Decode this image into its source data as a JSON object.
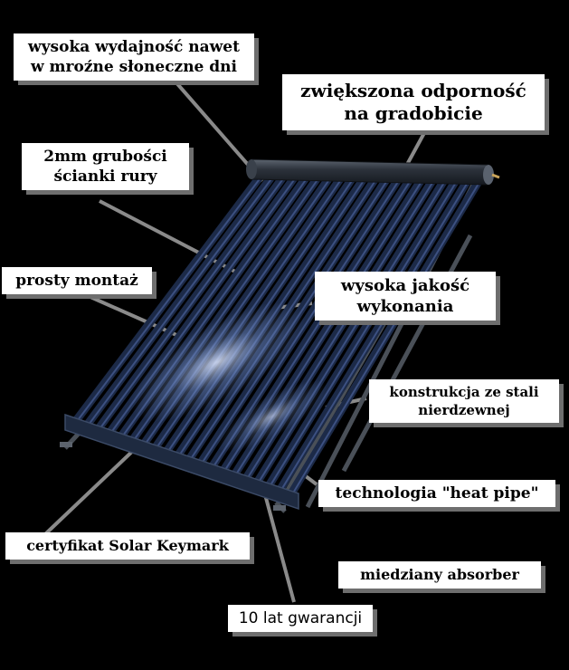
{
  "labels": {
    "efficiency": {
      "line1": "wysoka wydajność nawet",
      "line2": "w mroźne słoneczne dni"
    },
    "hail": {
      "line1": "zwiększona odporność",
      "line2": "na gradobicie"
    },
    "wall": {
      "line1": "2mm grubości",
      "line2": "ścianki rury"
    },
    "mounting": {
      "line1": "prosty montaż"
    },
    "quality": {
      "line1": "wysoka jakość",
      "line2": "wykonania"
    },
    "steel": {
      "line1": "konstrukcja ze stali",
      "line2": "nierdzewnej"
    },
    "heatpipe": {
      "line1": "technologia \"heat pipe\""
    },
    "keymark": {
      "line1": "certyfikat Solar Keymark"
    },
    "copper": {
      "line1": "miedziany absorber"
    },
    "warranty": {
      "line1": "10 lat gwarancji"
    }
  },
  "colors": {
    "background": "#000000",
    "label_bg": "#ffffff",
    "label_shadow": "#6e6e6e",
    "pointer": "#8a8a8a",
    "tube": "#1c2a48",
    "tube_highlight": "#7f9bd6",
    "frame": "#4a5058"
  }
}
